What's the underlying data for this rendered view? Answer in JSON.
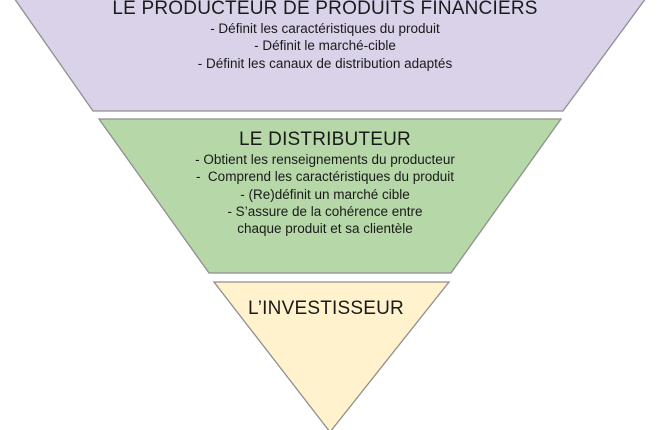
{
  "colors": {
    "tier1_fill": "#d9d2e9",
    "tier2_fill": "#b6d7a8",
    "tier3_fill": "#fff2cc",
    "stroke": "#8f8f8f"
  },
  "tiers": [
    {
      "title": "LE PRODUCTEUR DE PRODUITS FINANCIERS",
      "lines": [
        "- Définit les caractéristiques du produit",
        "- Définit le marché-cible",
        "- Définit les canaux de distribution adaptés"
      ]
    },
    {
      "title": "LE DISTRIBUTEUR",
      "lines": [
        "- Obtient les renseignements du producteur",
        "-  Comprend les caractéristiques du produit",
        "- (Re)définit un marché cible",
        "- S’assure de la cohérence entre",
        "chaque produit et sa clientèle"
      ]
    },
    {
      "title": "L’INVESTISSEUR",
      "lines": []
    }
  ]
}
